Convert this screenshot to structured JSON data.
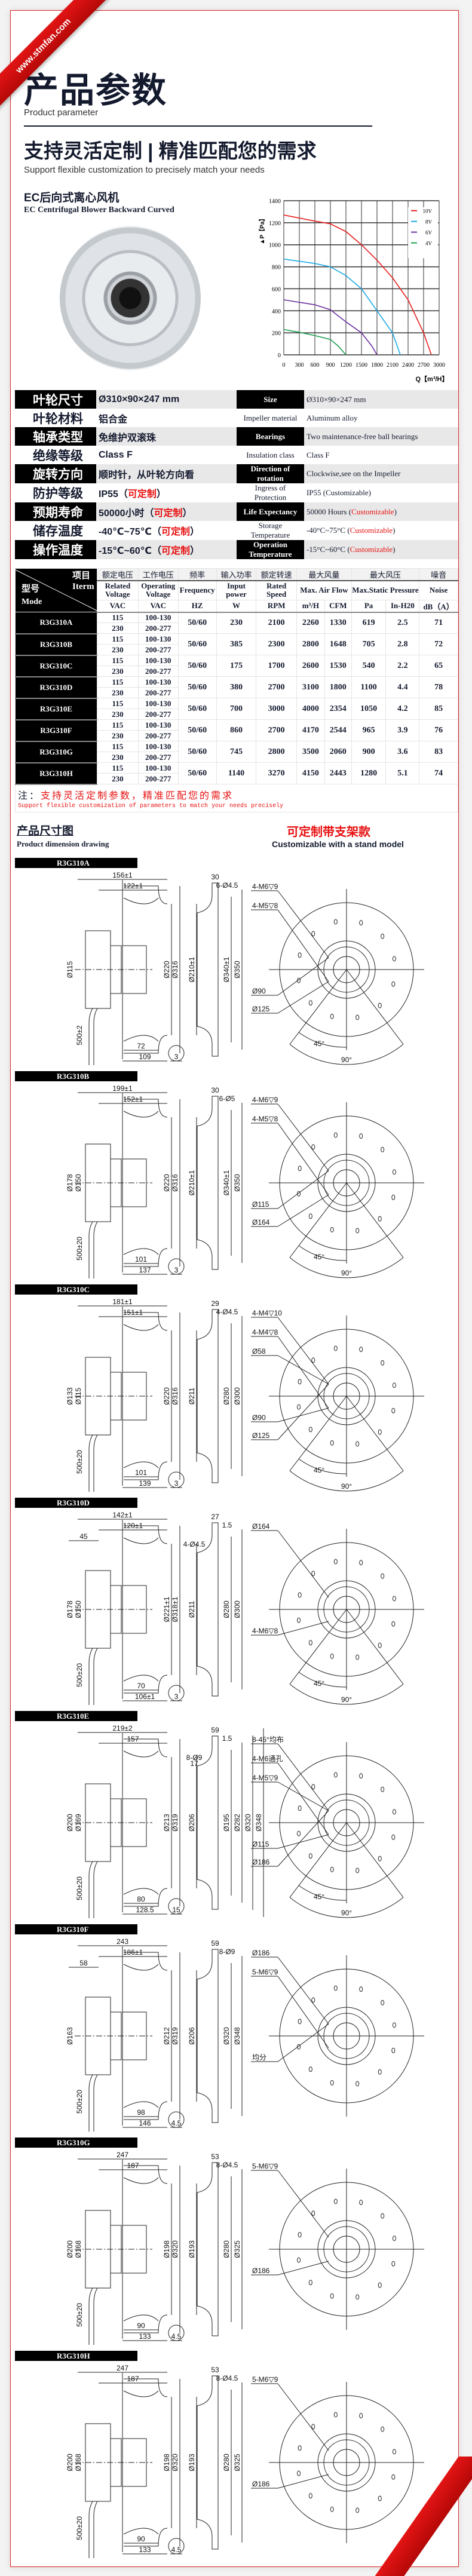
{
  "watermark": "www.stmfan.com",
  "header": {
    "title": "产品参数",
    "title_en": "Product parameter",
    "headline": "支持灵活定制 | 精准匹配您的需求",
    "headline_en": "Support flexible customization to precisely match your needs"
  },
  "product": {
    "name": "EC后向式离心风机",
    "name_en": "EC Centrifugal Blower Backward Curved"
  },
  "colors": {
    "accent": "#e81010",
    "dark": "#141a2e"
  },
  "chart_data": {
    "type": "line",
    "xlabel": "Q【m³/H】",
    "ylabel": "▲P【Pa】",
    "xlim": [
      0,
      3000
    ],
    "ylim": [
      0,
      1400
    ],
    "xticks": [
      "0",
      "300",
      "600",
      "900",
      "1200",
      "1500",
      "1800",
      "2100",
      "2400",
      "2700",
      "3000"
    ],
    "yticks": [
      "0",
      "200",
      "400",
      "600",
      "800",
      "1000",
      "1200",
      "1400"
    ],
    "grid": true,
    "legend": "top-right",
    "series": [
      {
        "name": "10V",
        "color": "#e81c1c",
        "x": [
          0,
          600,
          900,
          1200,
          1500,
          1800,
          2100,
          2400,
          2700,
          2850
        ],
        "y": [
          1270,
          1215,
          1190,
          1120,
          1000,
          860,
          700,
          500,
          200,
          0
        ]
      },
      {
        "name": "8V",
        "color": "#19a9e6",
        "x": [
          0,
          600,
          900,
          1200,
          1500,
          1800,
          2100,
          2250
        ],
        "y": [
          870,
          830,
          800,
          720,
          600,
          400,
          200,
          0
        ]
      },
      {
        "name": "6V",
        "color": "#6a2fa0",
        "x": [
          0,
          600,
          900,
          1200,
          1500,
          1700,
          1800
        ],
        "y": [
          500,
          455,
          410,
          300,
          200,
          80,
          0
        ]
      },
      {
        "name": "4V",
        "color": "#1aa050",
        "x": [
          0,
          300,
          600,
          900,
          1050,
          1200
        ],
        "y": [
          230,
          205,
          175,
          140,
          80,
          0
        ]
      }
    ]
  },
  "specs": [
    {
      "cn_label": "叶轮尺寸",
      "cn_value": "Ø310×90×247 mm",
      "en_label": "Size",
      "en_value": "Ø310×90×247 mm"
    },
    {
      "cn_label": "叶轮材料",
      "cn_value": "铝合金",
      "en_label": "Impeller material",
      "en_value": "Aluminum alloy"
    },
    {
      "cn_label": "轴承类型",
      "cn_value": "免维护双滚珠",
      "en_label": "Bearings",
      "en_value": "Two maintenance-free ball bearings"
    },
    {
      "cn_label": "绝缘等级",
      "cn_value": "Class F",
      "en_label": "Insulation class",
      "en_value": "Class F"
    },
    {
      "cn_label": "旋转方向",
      "cn_value": "顺时针，从叶轮方向看",
      "en_label": "Direction of rotation",
      "en_value": "Clockwise,see on the Impeller"
    },
    {
      "cn_label": "防护等级",
      "cn_value": "IP55（",
      "cn_custom": "可定制",
      "cn_end": "）",
      "en_label": "Ingress of Protection",
      "en_value": "IP55 (Customizable)"
    },
    {
      "cn_label": "预期寿命",
      "cn_value": "50000小时（",
      "cn_custom": "可定制",
      "cn_end": "）",
      "en_label": "Life Expectancy",
      "en_value": "50000 Hours (",
      "en_custom": "Customizable",
      "en_end": ")"
    },
    {
      "cn_label": "储存温度",
      "cn_value": "-40℃~75℃（",
      "cn_custom": "可定制",
      "cn_end": "）",
      "en_label": "Storage Temperature",
      "en_value": "-40°C~75°C (",
      "en_custom": "Customizable",
      "en_end": ")"
    },
    {
      "cn_label": "操作温度",
      "cn_value": "-15℃~60℃（",
      "cn_custom": "可定制",
      "cn_end": "）",
      "en_label": "Operation Temperature",
      "en_value": "-15°C~60°C  (",
      "en_custom": "Customizable",
      "en_end": ")"
    }
  ],
  "params": {
    "corner": {
      "item_cn": "项目",
      "item_en": "Iterm",
      "model_cn": "型号",
      "model_en": "Mode"
    },
    "headers_cn": [
      "额定电压",
      "工作电压",
      "频率",
      "输入功率",
      "额定转速",
      "最大风量",
      "最大风压",
      "噪音"
    ],
    "headers_en": [
      "Related Voltage",
      "Operating Voltage",
      "Frequency",
      "Input power",
      "Rated Speed",
      "Max. Air Flow",
      "Max.Static  Pressure",
      "Noise"
    ],
    "units": [
      "VAC",
      "VAC",
      "HZ",
      "W",
      "RPM",
      "m³/H",
      "CFM",
      "Pa",
      "In-H20",
      "dB（A）"
    ],
    "rows": [
      {
        "model": "R3G310A",
        "v1": "115",
        "o1": "100-130",
        "v2": "230",
        "o2": "200-277",
        "hz": "50/60",
        "w": "230",
        "rpm": "2100",
        "m3h": "2260",
        "cfm": "1330",
        "pa": "619",
        "inh2o": "2.5",
        "db": "71"
      },
      {
        "model": "R3G310B",
        "v1": "115",
        "o1": "100-130",
        "v2": "230",
        "o2": "200-277",
        "hz": "50/60",
        "w": "385",
        "rpm": "2300",
        "m3h": "2800",
        "cfm": "1648",
        "pa": "705",
        "inh2o": "2.8",
        "db": "72"
      },
      {
        "model": "R3G310C",
        "v1": "115",
        "o1": "100-130",
        "v2": "230",
        "o2": "200-277",
        "hz": "50/60",
        "w": "175",
        "rpm": "1700",
        "m3h": "2600",
        "cfm": "1530",
        "pa": "540",
        "inh2o": "2.2",
        "db": "65"
      },
      {
        "model": "R3G310D",
        "v1": "115",
        "o1": "100-130",
        "v2": "230",
        "o2": "200-277",
        "hz": "50/60",
        "w": "380",
        "rpm": "2700",
        "m3h": "3100",
        "cfm": "1800",
        "pa": "1100",
        "inh2o": "4.4",
        "db": "78"
      },
      {
        "model": "R3G310E",
        "v1": "115",
        "o1": "100-130",
        "v2": "230",
        "o2": "200-277",
        "hz": "50/60",
        "w": "700",
        "rpm": "3000",
        "m3h": "4000",
        "cfm": "2354",
        "pa": "1050",
        "inh2o": "4.2",
        "db": "85"
      },
      {
        "model": "R3G310F",
        "v1": "115",
        "o1": "100-130",
        "v2": "230",
        "o2": "200-277",
        "hz": "50/60",
        "w": "860",
        "rpm": "2700",
        "m3h": "4170",
        "cfm": "2544",
        "pa": "965",
        "inh2o": "3.9",
        "db": "76"
      },
      {
        "model": "R3G310G",
        "v1": "115",
        "o1": "100-130",
        "v2": "230",
        "o2": "200-277",
        "hz": "50/60",
        "w": "745",
        "rpm": "2800",
        "m3h": "3500",
        "cfm": "2060",
        "pa": "900",
        "inh2o": "3.6",
        "db": "83"
      },
      {
        "model": "R3G310H",
        "v1": "115",
        "o1": "100-130",
        "v2": "230",
        "o2": "200-277",
        "hz": "50/60",
        "w": "1140",
        "rpm": "3270",
        "m3h": "4150",
        "cfm": "2443",
        "pa": "1280",
        "inh2o": "5.1",
        "db": "74"
      }
    ],
    "note_prefix": "注：",
    "note_cn": "支持灵活定制参数，精准匹配您的需求",
    "note_en": "Support flexible customization of parameters to match your needs precisely"
  },
  "dimension": {
    "title": "产品尺寸图",
    "title_en": "Product dimension drawing",
    "custom": "可定制带支架款",
    "custom_en": "Customizable with a stand model"
  },
  "drawings": [
    {
      "model": "R3G310A",
      "top": [
        "156±1",
        "122±1"
      ],
      "bottom": [
        "72",
        "109",
        "3"
      ],
      "motor": [
        "Ø115",
        "500±2"
      ],
      "impeller": [
        "Ø220",
        "Ø316"
      ],
      "ring_top": [
        "30",
        "6-Ø4.5"
      ],
      "ring": [
        "Ø210±1",
        "Ø340±1",
        "Ø350"
      ],
      "front": [
        "4-M6▽9",
        "4-M5▽8",
        "Ø90",
        "Ø125"
      ],
      "angles": [
        "45°",
        "90°"
      ]
    },
    {
      "model": "R3G310B",
      "top": [
        "199±1",
        "152±1"
      ],
      "bottom": [
        "101",
        "137",
        "3"
      ],
      "motor": [
        "Ø178",
        "Ø150",
        "500±20"
      ],
      "impeller": [
        "Ø220",
        "Ø316"
      ],
      "ring_top": [
        "30",
        "6-Ø5"
      ],
      "ring": [
        "Ø210±1",
        "Ø340±1",
        "Ø350"
      ],
      "front": [
        "4-M6▽9",
        "4-M5▽8",
        "Ø115",
        "Ø164"
      ],
      "angles": [
        "45°",
        "90°"
      ]
    },
    {
      "model": "R3G310C",
      "top": [
        "181±1",
        "151±1"
      ],
      "bottom": [
        "101",
        "139",
        "3"
      ],
      "motor": [
        "Ø133",
        "Ø115",
        "500±20"
      ],
      "impeller": [
        "Ø220",
        "Ø316"
      ],
      "ring_top": [
        "29",
        "4-Ø4.5"
      ],
      "ring": [
        "Ø211",
        "Ø280",
        "Ø300"
      ],
      "front": [
        "4-M4▽10",
        "4-M4▽8",
        "Ø58",
        "Ø90",
        "Ø125"
      ],
      "angles": [
        "45°",
        "90°"
      ]
    },
    {
      "model": "R3G310D",
      "top": [
        "142±1",
        "120±1",
        "45"
      ],
      "bottom": [
        "70",
        "106±1",
        "3"
      ],
      "motor": [
        "Ø178",
        "Ø150",
        "500±20"
      ],
      "impeller": [
        "Ø221±1",
        "Ø318±1"
      ],
      "ring_top": [
        "27",
        "1.5",
        "4-Ø4.5"
      ],
      "ring": [
        "Ø211",
        "Ø280",
        "Ø300"
      ],
      "front": [
        "Ø164",
        "4-M6▽8"
      ],
      "angles": [
        "45°",
        "90°"
      ]
    },
    {
      "model": "R3G310E",
      "top": [
        "219±2",
        "157"
      ],
      "bottom": [
        "80",
        "128.5",
        "15"
      ],
      "motor": [
        "Ø200",
        "Ø169",
        "500±20"
      ],
      "impeller": [
        "Ø213",
        "Ø319"
      ],
      "ring_top": [
        "59",
        "1.5",
        "8-Ø9",
        "17"
      ],
      "ring": [
        "Ø206",
        "Ø195",
        "Ø282",
        "Ø320",
        "Ø348"
      ],
      "front": [
        "8-45°均布",
        "4-M6通孔",
        "4-M5▽9",
        "Ø115",
        "Ø186"
      ],
      "angles": [
        "45°",
        "90°"
      ]
    },
    {
      "model": "R3G310F",
      "top": [
        "243",
        "186±1",
        "58"
      ],
      "bottom": [
        "98",
        "146",
        "4.5"
      ],
      "motor": [
        "Ø163",
        "500±20"
      ],
      "impeller": [
        "Ø212",
        "Ø319"
      ],
      "ring_top": [
        "59",
        "8-Ø9"
      ],
      "ring": [
        "Ø206",
        "Ø320",
        "Ø348"
      ],
      "front": [
        "Ø186",
        "5-M6▽9",
        "均分"
      ],
      "angles": []
    },
    {
      "model": "R3G310G",
      "top": [
        "247",
        "187"
      ],
      "bottom": [
        "90",
        "133",
        "4.5"
      ],
      "motor": [
        "Ø200",
        "Ø168",
        "500±20"
      ],
      "impeller": [
        "Ø198",
        "Ø320"
      ],
      "ring_top": [
        "53",
        "8-Ø4.5"
      ],
      "ring": [
        "Ø193",
        "Ø280",
        "Ø325"
      ],
      "front": [
        "5-M6▽9",
        "Ø186"
      ],
      "angles": []
    },
    {
      "model": "R3G310H",
      "top": [
        "247",
        "187"
      ],
      "bottom": [
        "90",
        "133",
        "4.5"
      ],
      "motor": [
        "Ø200",
        "Ø168",
        "500±20"
      ],
      "impeller": [
        "Ø198",
        "Ø320"
      ],
      "ring_top": [
        "53",
        "8-Ø4.5"
      ],
      "ring": [
        "Ø193",
        "Ø280",
        "Ø325"
      ],
      "front": [
        "5-M6▽9",
        "Ø186"
      ],
      "angles": []
    }
  ]
}
